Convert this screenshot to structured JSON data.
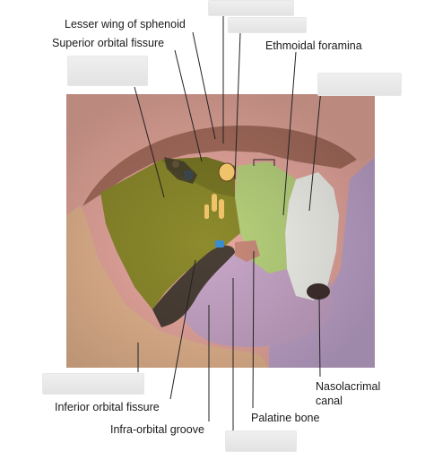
{
  "labels": {
    "lesser_wing": "Lesser wing of sphenoid",
    "superior_fissure": "Superior orbital fissure",
    "ethmoidal_foramina": "Ethmoidal foramina",
    "nasolacrimal_line1": "Nasolacrimal",
    "nasolacrimal_line2": "canal",
    "inferior_fissure": "Inferior orbital fissure",
    "infraorbital_groove": "Infra-orbital groove",
    "palatine_bone": "Palatine bone"
  },
  "blank_label_count": 6,
  "colors": {
    "frontal": "#a36b5a",
    "sphenoid_greater": "#8a8a2a",
    "ethmoid": "#b6d07a",
    "lacrimal": "#f1f1ec",
    "maxilla": "#c8a8c8",
    "zygomatic": "#e8b890",
    "nasal": "#b9a2c4",
    "fissure": "#4a4038"
  }
}
